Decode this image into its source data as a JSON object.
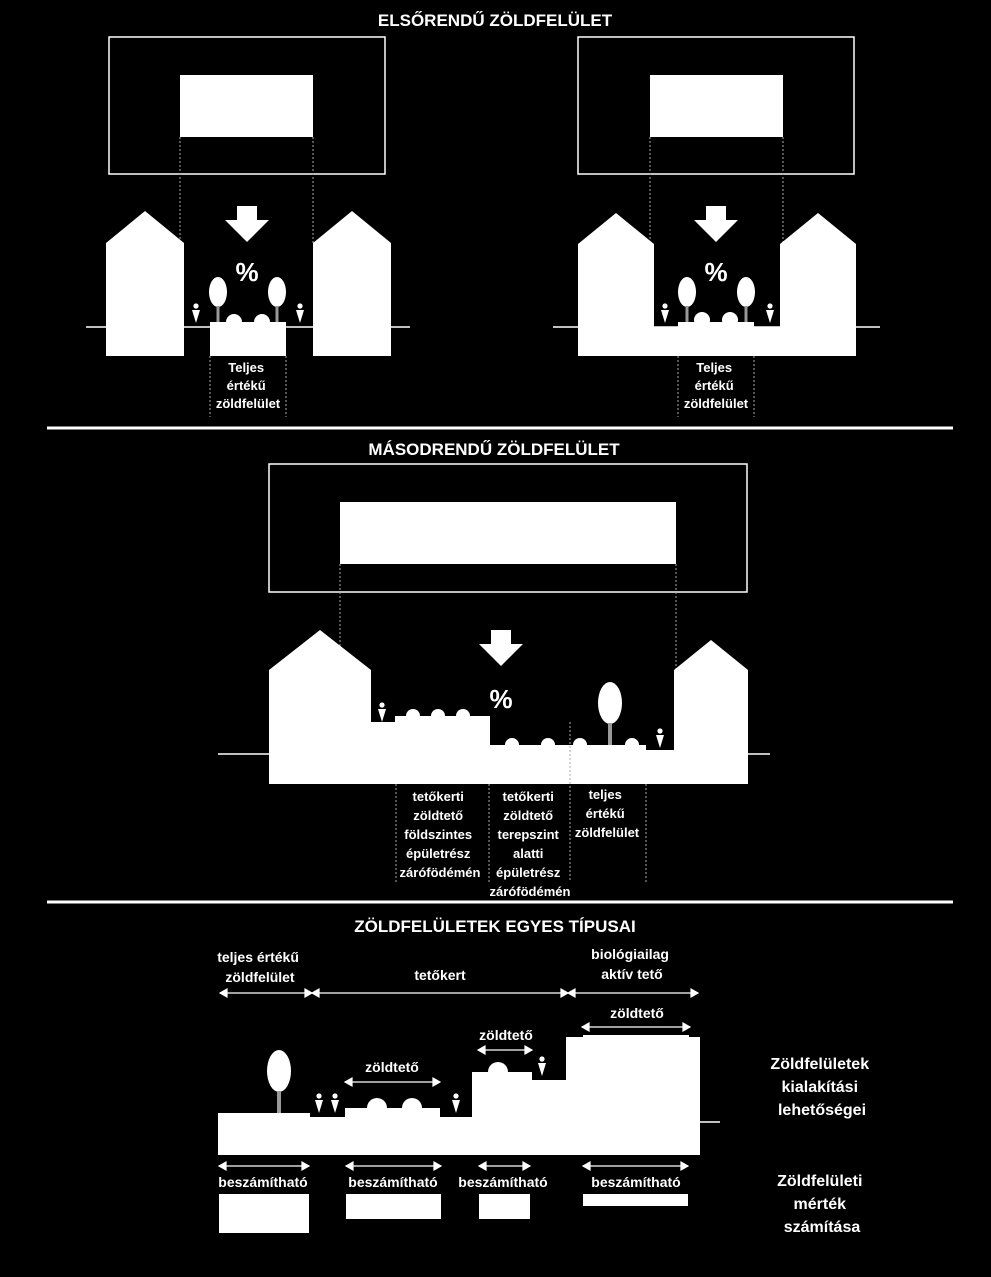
{
  "colors": {
    "background": "#000000",
    "foreground": "#ffffff"
  },
  "section1": {
    "title": "ELSŐRENDŰ ZÖLDFELÜLET",
    "percent": "%",
    "left_label": [
      "Teljes",
      "értékű",
      "zöldfelület"
    ],
    "right_label": [
      "Teljes",
      "értékű",
      "zöldfelület"
    ]
  },
  "section2": {
    "title": "MÁSODRENDŰ ZÖLDFELÜLET",
    "percent": "%",
    "label_a": [
      "tetőkerti",
      "zöldtető",
      "földszintes",
      "épületrész",
      "zárófödémén"
    ],
    "label_b": [
      "tetőkerti",
      "zöldtető",
      "terepszint",
      "alatti",
      "épületrész",
      "zárófödémén"
    ],
    "label_c": [
      "teljes",
      "értékű",
      "zöldfelület"
    ]
  },
  "section3": {
    "title": "ZÖLDFELÜLETEK EGYES TÍPUSAI",
    "cat1": [
      "teljes értékű",
      "zöldfelület"
    ],
    "cat2": "tetőkert",
    "cat3": [
      "biológiailag",
      "aktív tető"
    ],
    "zoldteto": "zöldtető",
    "beszamithato": "beszámítható",
    "side_top": [
      "Zöldfelületek",
      "kialakítási",
      "lehetőségei"
    ],
    "side_bottom": [
      "Zöldfelületi",
      "mérték",
      "számítása"
    ]
  }
}
